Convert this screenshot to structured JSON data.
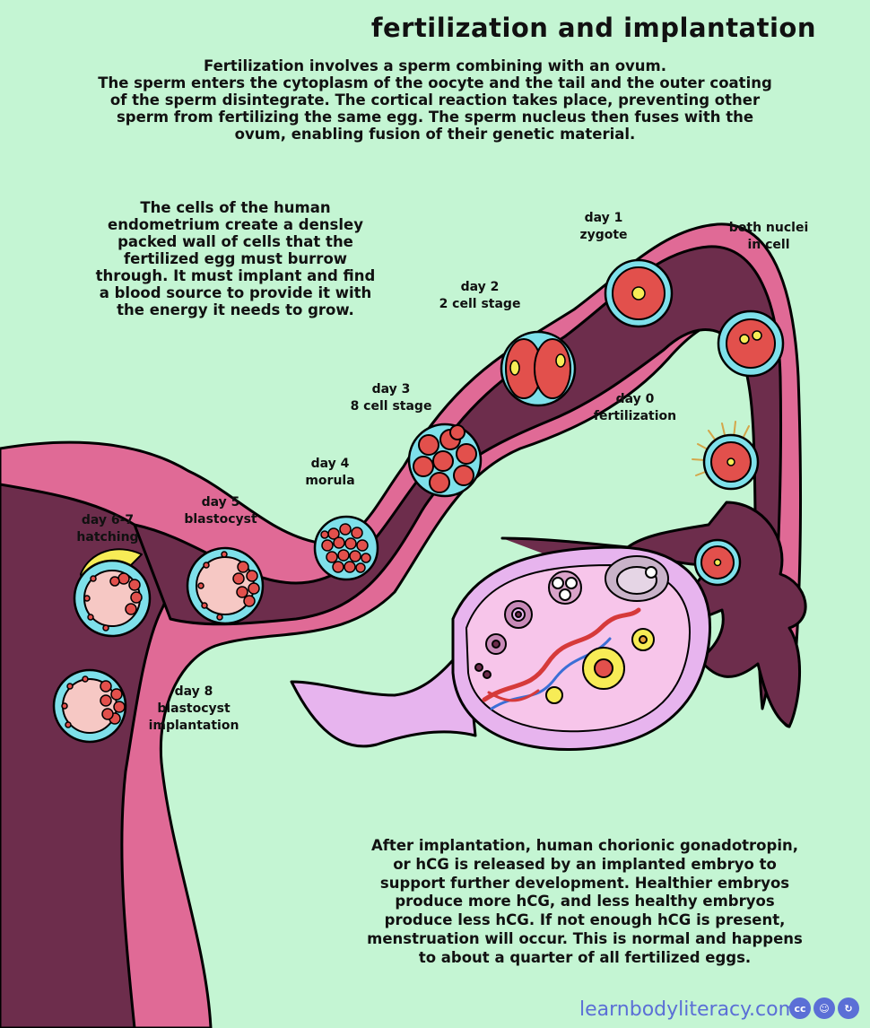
{
  "title": "fertilization and implantation",
  "intro": [
    "Fertilization involves a sperm combining with an ovum.",
    "The sperm enters the cytoplasm of the oocyte and the tail and the outer coating",
    "of the sperm disintegrate. The cortical reaction takes place, preventing other",
    "sperm from fertilizing the same egg. The sperm nucleus then fuses with the",
    "ovum, enabling fusion of their genetic material."
  ],
  "endometrium_note": [
    "The cells of the human",
    "endometrium create a densley",
    "packed wall of cells that the",
    "fertilized egg must burrow",
    "through. It must implant and find",
    "a blood source to provide it with",
    "the energy it needs to grow."
  ],
  "hcg_note": [
    "After implantation, human chorionic gonadotropin,",
    "or hCG is released by an implanted embryo to",
    "support further development. Healthier embryos",
    "produce more hCG, and less healthy embryos",
    "produce less hCG. If not enough hCG is present,",
    "menstruation will occur. This is normal and happens",
    "to about a quarter of all fertilized eggs."
  ],
  "stages": {
    "day0": [
      "day 0",
      "fertilization"
    ],
    "nuclei": [
      "both nuclei",
      "in cell"
    ],
    "day1": [
      "day 1",
      "zygote"
    ],
    "day2": [
      "day 2",
      "2 cell stage"
    ],
    "day3": [
      "day 3",
      "8 cell stage"
    ],
    "day4": [
      "day 4",
      "morula"
    ],
    "day5": [
      "day 5",
      "blastocyst"
    ],
    "day67": [
      "day 6-7",
      "hatching"
    ],
    "day8": [
      "day 8",
      "blastocyst",
      "implantation"
    ]
  },
  "footer": {
    "site": "learnbodyliteracy.com",
    "license_icons": [
      "cc",
      "by",
      "sa"
    ]
  },
  "colors": {
    "background": "#c4f5d3",
    "uterus_wall": "#e06a96",
    "uterus_inner": "#6d2d4c",
    "ovary": "#e7b4ee",
    "cell_shell": "#7ee0ea",
    "cell_body": "#e2504c",
    "nucleus": "#f7ec56",
    "blastocoel": "#f6c8c4"
  }
}
